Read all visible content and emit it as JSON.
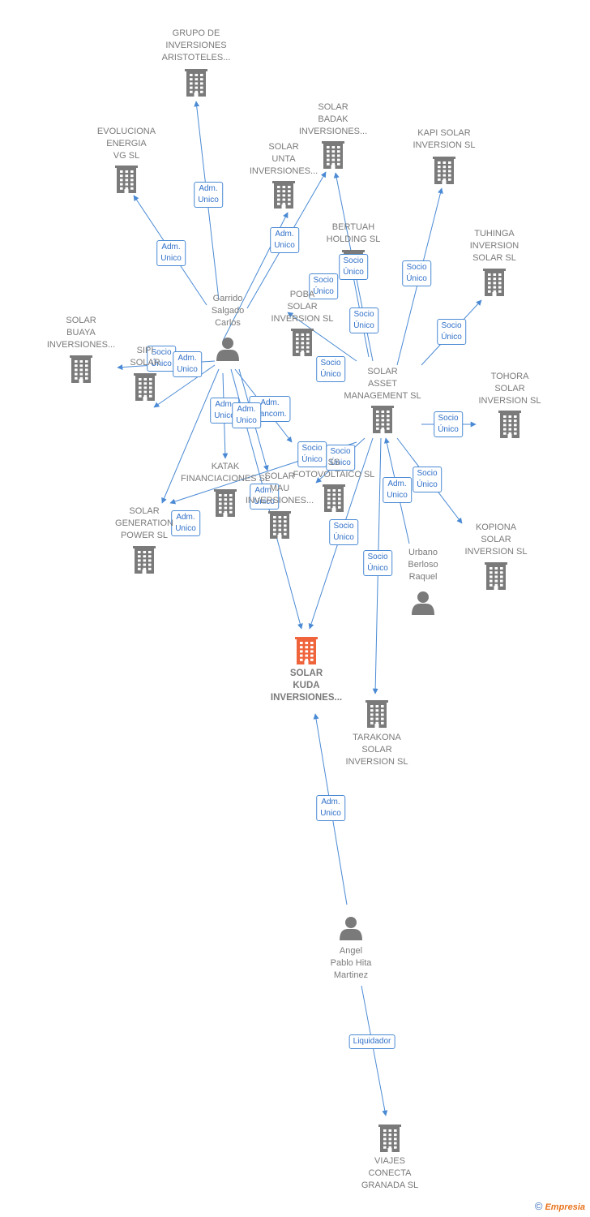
{
  "colors": {
    "edge": "#4a8ad4",
    "building": "#7a7a7a",
    "focus": "#f0643c",
    "person": "#7a7a7a"
  },
  "nodes": [
    {
      "id": "grupo",
      "type": "company",
      "label": "GRUPO DE\nINVERSIONES\nARISTOTELES..."
    },
    {
      "id": "evoluciona",
      "type": "company",
      "label": "EVOLUCIONA\nENERGIA\nVG  SL"
    },
    {
      "id": "solarbadak",
      "type": "company",
      "label": "SOLAR\nBADAK\nINVERSIONES..."
    },
    {
      "id": "solarunta",
      "type": "company",
      "label": "SOLAR\nUNTA\nINVERSIONES..."
    },
    {
      "id": "kapi",
      "type": "company",
      "label": "KAPI SOLAR\nINVERSION  SL"
    },
    {
      "id": "bertuah",
      "type": "company",
      "label": "BERTUAH\nHOLDING  SL"
    },
    {
      "id": "tuhinga",
      "type": "company",
      "label": "TUHINGA\nINVERSION\nSOLAR  SL"
    },
    {
      "id": "garrido",
      "type": "person",
      "label": "Garrido\nSalgado\nCarlos"
    },
    {
      "id": "poba",
      "type": "company",
      "label": "POBA\nSOLAR\nINVERSION  SL"
    },
    {
      "id": "buaya",
      "type": "company",
      "label": "SOLAR\nBUAYA\nINVERSIONES..."
    },
    {
      "id": "sipi",
      "type": "company",
      "label": "SIPI\nSOLAR"
    },
    {
      "id": "asset",
      "type": "company",
      "label": "SOLAR\nASSET\nMANAGEMENT SL"
    },
    {
      "id": "tohora",
      "type": "company",
      "label": "TOHORA\nSOLAR\nINVERSION  SL"
    },
    {
      "id": "katak",
      "type": "company",
      "label": "KATAK\nFINANCIACIONES SL"
    },
    {
      "id": "mau",
      "type": "company",
      "label": "SOLAR\nMAU\nINVERSIONES..."
    },
    {
      "id": "fotovoltaico",
      "type": "company",
      "label": "SS\nFOTOVOLTAICO SL"
    },
    {
      "id": "generation",
      "type": "company",
      "label": "SOLAR\nGENERATION\nPOWER SL"
    },
    {
      "id": "kopiona",
      "type": "company",
      "label": "KOPIONA\nSOLAR\nINVERSION  SL"
    },
    {
      "id": "urbano",
      "type": "person",
      "label": "Urbano\nBerloso\nRaquel"
    },
    {
      "id": "kuda",
      "type": "focus",
      "label": "SOLAR\nKUDA\nINVERSIONES..."
    },
    {
      "id": "tarakona",
      "type": "company",
      "label": "TARAKONA\nSOLAR\nINVERSION  SL"
    },
    {
      "id": "angel",
      "type": "person",
      "label": "Angel\nPablo Hita\nMartinez"
    },
    {
      "id": "viajes",
      "type": "company",
      "label": "VIAJES\nCONECTA\nGRANADA SL"
    }
  ],
  "edges": [
    {
      "from": "garrido",
      "to": "grupo",
      "label": "Adm.\nUnico"
    },
    {
      "from": "garrido",
      "to": "evoluciona",
      "label": "Adm.\nUnico"
    },
    {
      "from": "garrido",
      "to": "solarbadak",
      "label": "Adm.\nUnico"
    },
    {
      "from": "garrido",
      "to": "solarunta",
      "label": "Socio\nÚnico"
    },
    {
      "from": "garrido",
      "to": "buaya",
      "label": "Socio\nÚnico"
    },
    {
      "from": "garrido",
      "to": "sipi",
      "label": "Adm.\nUnico"
    },
    {
      "from": "garrido",
      "to": "generation",
      "label": "Adm.\nUnico"
    },
    {
      "from": "garrido",
      "to": "katak",
      "label": "Adm.\nUnico"
    },
    {
      "from": "garrido",
      "to": "kuda",
      "label": "Adm.\nUnico"
    },
    {
      "from": "garrido",
      "to": "mau",
      "label": "Adm.\nMancom."
    },
    {
      "from": "garrido",
      "to": "fotovoltaico",
      "label": "Adm.\nUnico"
    },
    {
      "from": "asset",
      "to": "solarbadak",
      "label": "Socio\nÚnico"
    },
    {
      "from": "asset",
      "to": "kapi",
      "label": "Socio\nÚnico"
    },
    {
      "from": "asset",
      "to": "bertuah",
      "label": "Socio\nÚnico"
    },
    {
      "from": "asset",
      "to": "tuhinga",
      "label": "Socio\nÚnico"
    },
    {
      "from": "asset",
      "to": "poba",
      "label": "Socio\nÚnico"
    },
    {
      "from": "asset",
      "to": "tohora",
      "label": "Socio\nÚnico"
    },
    {
      "from": "asset",
      "to": "kopiona",
      "label": "Socio\nÚnico"
    },
    {
      "from": "asset",
      "to": "fotovoltaico",
      "label": "Socio\nÚnico"
    },
    {
      "from": "asset",
      "to": "kuda",
      "label": "Socio\nÚnico"
    },
    {
      "from": "asset",
      "to": "tarakona",
      "label": "Socio\nÚnico"
    },
    {
      "from": "asset",
      "to": "generation",
      "label": "Socio\nÚnico"
    },
    {
      "from": "urbano",
      "to": "asset",
      "label": "Adm.\nUnico"
    },
    {
      "from": "angel",
      "to": "kuda",
      "label": "Adm.\nUnico"
    },
    {
      "from": "angel",
      "to": "viajes",
      "label": "Liquidador"
    }
  ],
  "brand": {
    "copyright": "©",
    "name": "Empresia"
  }
}
